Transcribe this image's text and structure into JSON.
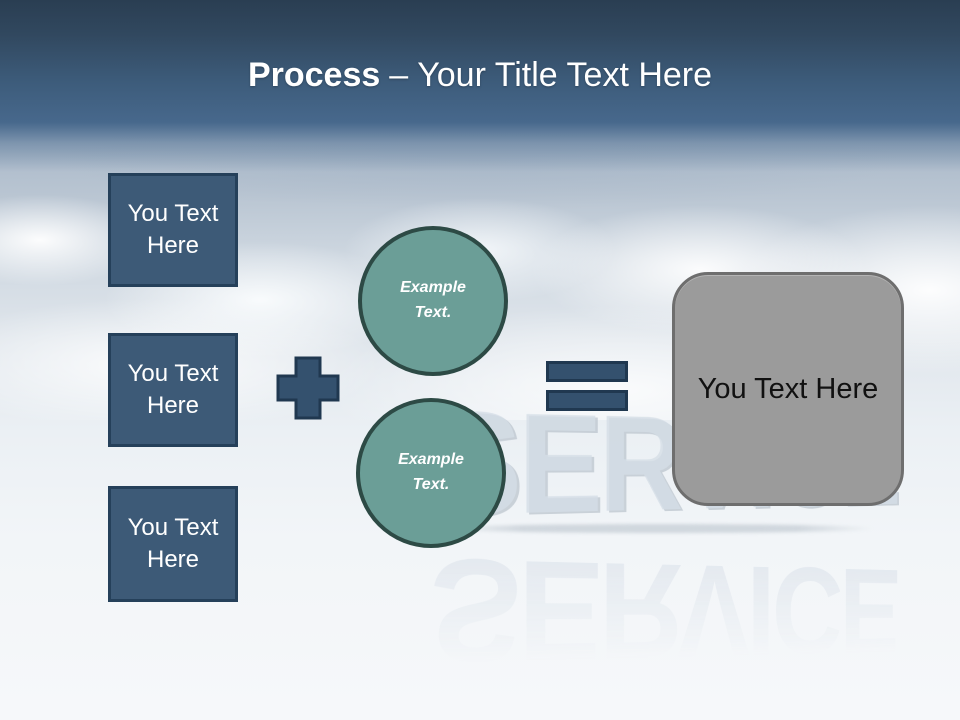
{
  "slide": {
    "title": {
      "emphasis": "Process",
      "separator": "–",
      "rest": "Your Title Text Here"
    },
    "left_boxes": [
      {
        "label": "You Text Here"
      },
      {
        "label": "You Text Here"
      },
      {
        "label": "You Text Here"
      }
    ],
    "example_circles": [
      {
        "label": "Example Text."
      },
      {
        "label": "Example Text."
      }
    ],
    "result_box": {
      "label": "You Text Here"
    },
    "background": {
      "word": "SERVICE"
    },
    "colors": {
      "header_top": "#2a3e52",
      "header_mid": "#3d5c7b",
      "header_bottom": "#47688c",
      "title_text": "#ffffff",
      "box_fill": "#3d5a77",
      "box_border": "#25405a",
      "box_text": "#ffffff",
      "operator_fill": "#34516e",
      "operator_border": "#203850",
      "circle_fill": "#6b9e97",
      "circle_border": "#2d4a45",
      "circle_text": "#ffffff",
      "result_fill": "#9b9b9b",
      "result_border": "#6e6e6e",
      "result_text": "#111111"
    }
  }
}
